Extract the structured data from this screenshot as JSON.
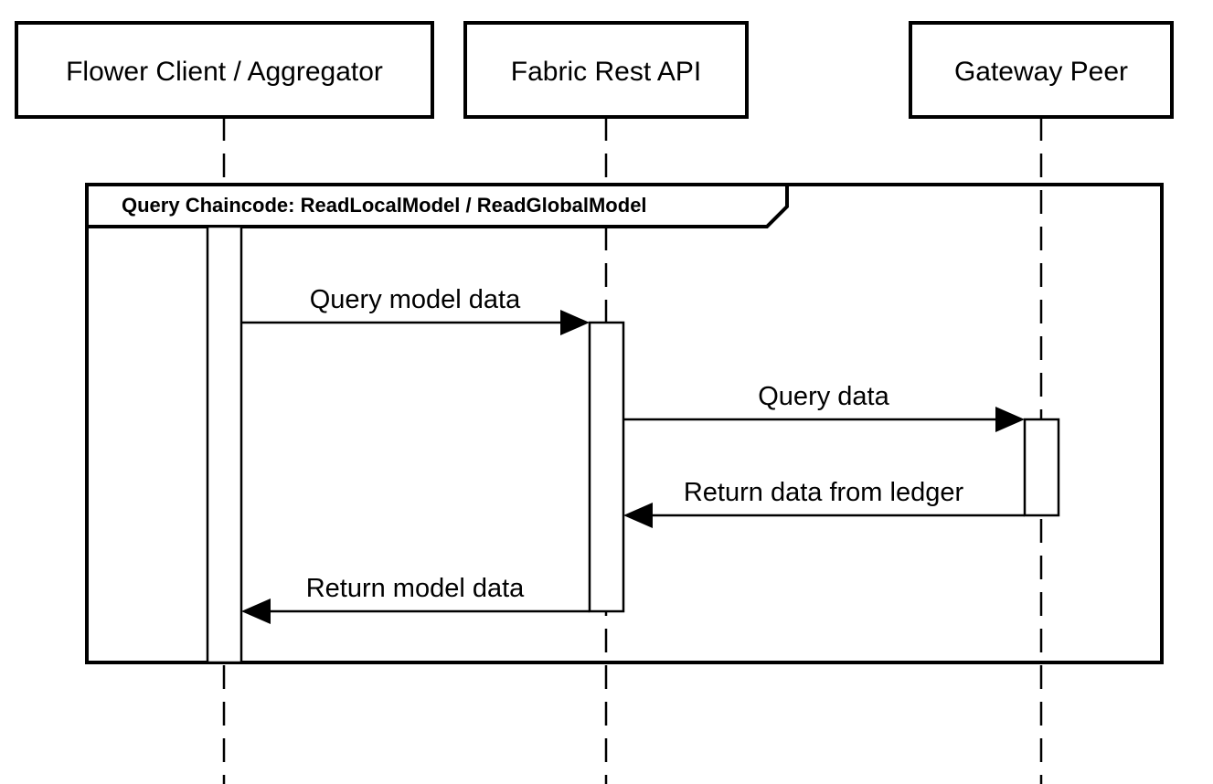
{
  "participants": [
    {
      "id": "client",
      "label": "Flower Client / Aggregator"
    },
    {
      "id": "api",
      "label": "Fabric Rest API"
    },
    {
      "id": "peer",
      "label": "Gateway Peer"
    }
  ],
  "fragment": {
    "label": "Query Chaincode: ReadLocalModel / ReadGlobalModel"
  },
  "messages": [
    {
      "from": "client",
      "to": "api",
      "label": "Query model data"
    },
    {
      "from": "api",
      "to": "peer",
      "label": "Query data"
    },
    {
      "from": "peer",
      "to": "api",
      "label": "Return data from ledger"
    },
    {
      "from": "api",
      "to": "client",
      "label": "Return model data"
    }
  ]
}
